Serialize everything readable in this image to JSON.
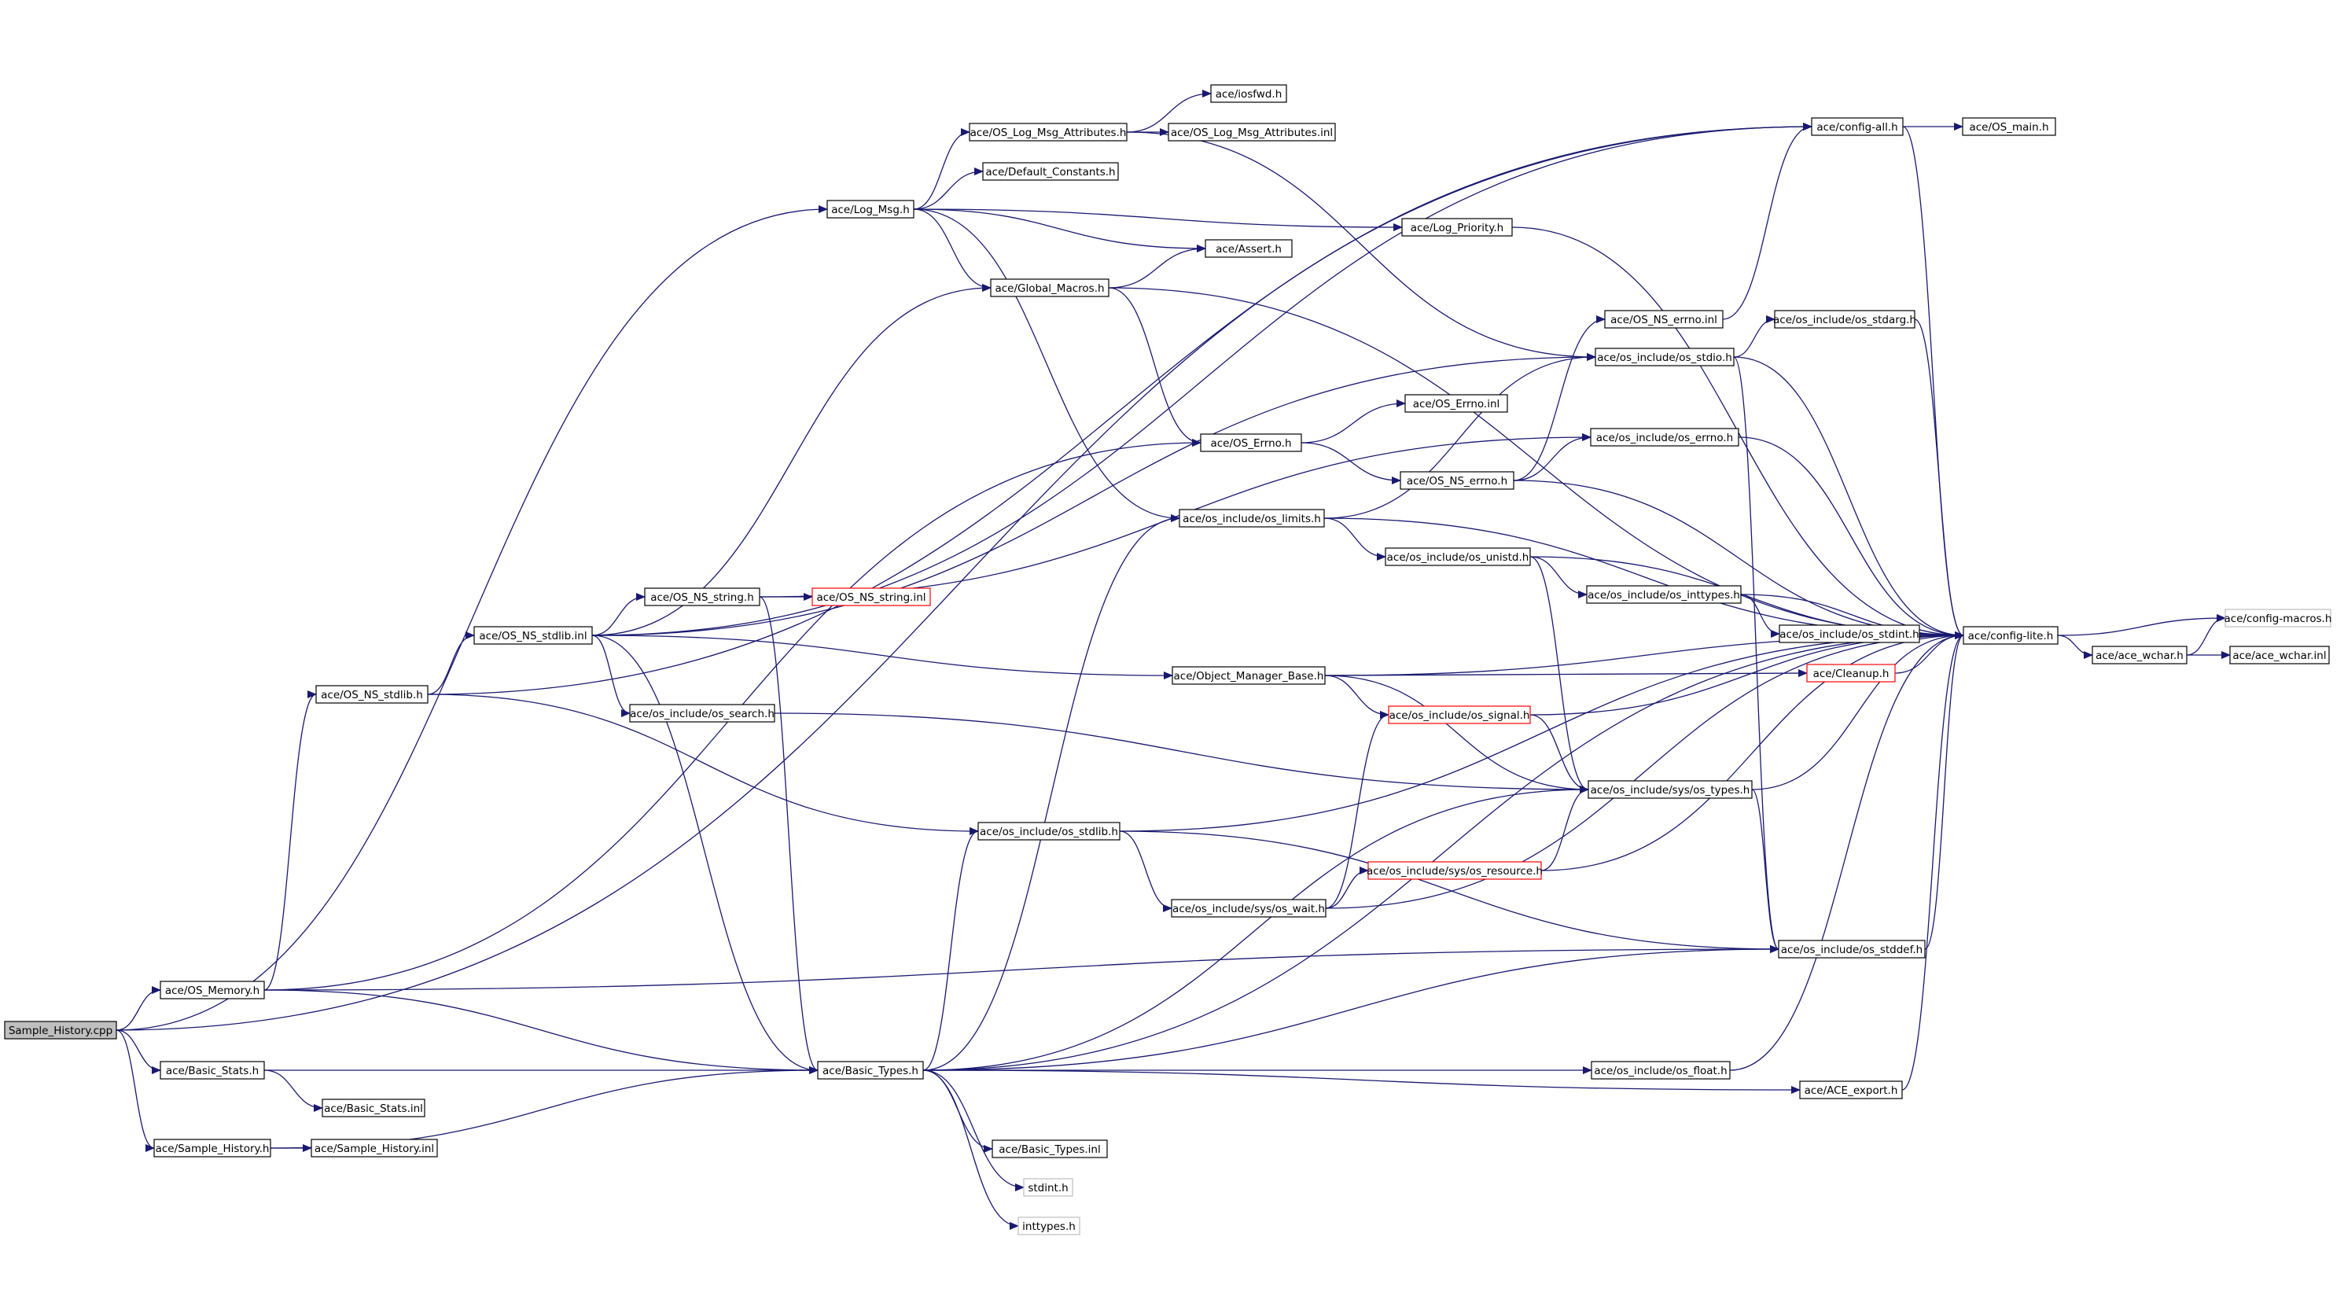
{
  "colors": {
    "edge": "#191970",
    "node_border": "#000000",
    "node_border_incomplete": "#ff0000",
    "node_border_external": "#bfbfbf",
    "root_fill": "#bfbfbf",
    "node_fill": "#ffffff"
  },
  "nodes": [
    {
      "id": "sample_history_cpp",
      "label": "Sample_History.cpp",
      "kind": "root"
    },
    {
      "id": "os_memory_h",
      "label": "ace/OS_Memory.h",
      "kind": "normal"
    },
    {
      "id": "basic_stats_h",
      "label": "ace/Basic_Stats.h",
      "kind": "normal"
    },
    {
      "id": "sample_history_h",
      "label": "ace/Sample_History.h",
      "kind": "normal"
    },
    {
      "id": "basic_stats_inl",
      "label": "ace/Basic_Stats.inl",
      "kind": "normal"
    },
    {
      "id": "sample_history_inl",
      "label": "ace/Sample_History.inl",
      "kind": "normal"
    },
    {
      "id": "os_ns_stdlib_h",
      "label": "ace/OS_NS_stdlib.h",
      "kind": "normal"
    },
    {
      "id": "os_ns_stdlib_inl",
      "label": "ace/OS_NS_stdlib.inl",
      "kind": "normal"
    },
    {
      "id": "os_ns_string_h",
      "label": "ace/OS_NS_string.h",
      "kind": "normal"
    },
    {
      "id": "os_ns_string_inl",
      "label": "ace/OS_NS_string.inl",
      "kind": "incomplete"
    },
    {
      "id": "os_search_h",
      "label": "ace/os_include/os_search.h",
      "kind": "normal"
    },
    {
      "id": "basic_types_h",
      "label": "ace/Basic_Types.h",
      "kind": "normal"
    },
    {
      "id": "basic_types_inl",
      "label": "ace/Basic_Types.inl",
      "kind": "normal"
    },
    {
      "id": "stdint_h",
      "label": "stdint.h",
      "kind": "external"
    },
    {
      "id": "inttypes_h",
      "label": "inttypes.h",
      "kind": "external"
    },
    {
      "id": "log_msg_h",
      "label": "ace/Log_Msg.h",
      "kind": "normal"
    },
    {
      "id": "os_log_msg_attr_h",
      "label": "ace/OS_Log_Msg_Attributes.h",
      "kind": "normal"
    },
    {
      "id": "default_constants_h",
      "label": "ace/Default_Constants.h",
      "kind": "normal"
    },
    {
      "id": "global_macros_h",
      "label": "ace/Global_Macros.h",
      "kind": "normal"
    },
    {
      "id": "iosfwd_h",
      "label": "ace/iosfwd.h",
      "kind": "normal"
    },
    {
      "id": "os_log_msg_attr_inl",
      "label": "ace/OS_Log_Msg_Attributes.inl",
      "kind": "normal"
    },
    {
      "id": "assert_h",
      "label": "ace/Assert.h",
      "kind": "normal"
    },
    {
      "id": "log_priority_h",
      "label": "ace/Log_Priority.h",
      "kind": "normal"
    },
    {
      "id": "os_errno_h",
      "label": "ace/OS_Errno.h",
      "kind": "normal"
    },
    {
      "id": "os_errno_inl",
      "label": "ace/OS_Errno.inl",
      "kind": "normal"
    },
    {
      "id": "os_ns_errno_h",
      "label": "ace/OS_NS_errno.h",
      "kind": "normal"
    },
    {
      "id": "os_limits_h",
      "label": "ace/os_include/os_limits.h",
      "kind": "normal"
    },
    {
      "id": "os_unistd_h",
      "label": "ace/os_include/os_unistd.h",
      "kind": "normal"
    },
    {
      "id": "object_manager_base_h",
      "label": "ace/Object_Manager_Base.h",
      "kind": "normal"
    },
    {
      "id": "os_signal_h",
      "label": "ace/os_include/os_signal.h",
      "kind": "incomplete"
    },
    {
      "id": "os_stdlib_h",
      "label": "ace/os_include/os_stdlib.h",
      "kind": "normal"
    },
    {
      "id": "sys_wait_h",
      "label": "ace/os_include/sys/os_wait.h",
      "kind": "normal"
    },
    {
      "id": "sys_resource_h",
      "label": "ace/os_include/sys/os_resource.h",
      "kind": "incomplete"
    },
    {
      "id": "os_ns_errno_inl",
      "label": "ace/OS_NS_errno.inl",
      "kind": "normal"
    },
    {
      "id": "os_stdio_h",
      "label": "ace/os_include/os_stdio.h",
      "kind": "normal"
    },
    {
      "id": "os_stdarg_h",
      "label": "ace/os_include/os_stdarg.h",
      "kind": "normal"
    },
    {
      "id": "os_errno_inc_h",
      "label": "ace/os_include/os_errno.h",
      "kind": "normal"
    },
    {
      "id": "os_inttypes_h",
      "label": "ace/os_include/os_inttypes.h",
      "kind": "normal"
    },
    {
      "id": "os_stdint_h",
      "label": "ace/os_include/os_stdint.h",
      "kind": "normal"
    },
    {
      "id": "cleanup_h",
      "label": "ace/Cleanup.h",
      "kind": "incomplete"
    },
    {
      "id": "sys_types_h",
      "label": "ace/os_include/sys/os_types.h",
      "kind": "normal"
    },
    {
      "id": "os_stddef_h",
      "label": "ace/os_include/os_stddef.h",
      "kind": "normal"
    },
    {
      "id": "os_float_h",
      "label": "ace/os_include/os_float.h",
      "kind": "normal"
    },
    {
      "id": "ace_export_h",
      "label": "ace/ACE_export.h",
      "kind": "normal"
    },
    {
      "id": "config_all_h",
      "label": "ace/config-all.h",
      "kind": "normal"
    },
    {
      "id": "os_main_h",
      "label": "ace/OS_main.h",
      "kind": "normal"
    },
    {
      "id": "config_lite_h",
      "label": "ace/config-lite.h",
      "kind": "normal"
    },
    {
      "id": "config_macros_h",
      "label": "ace/config-macros.h",
      "kind": "external"
    },
    {
      "id": "ace_wchar_h",
      "label": "ace/ace_wchar.h",
      "kind": "normal"
    },
    {
      "id": "ace_wchar_inl",
      "label": "ace/ace_wchar.inl",
      "kind": "normal"
    }
  ],
  "edges": [
    [
      "sample_history_cpp",
      "os_memory_h"
    ],
    [
      "sample_history_cpp",
      "basic_stats_h"
    ],
    [
      "sample_history_cpp",
      "sample_history_h"
    ],
    [
      "sample_history_cpp",
      "config_all_h"
    ],
    [
      "sample_history_cpp",
      "log_msg_h"
    ],
    [
      "os_memory_h",
      "os_ns_stdlib_h"
    ],
    [
      "os_memory_h",
      "os_errno_h"
    ],
    [
      "os_memory_h",
      "basic_types_h"
    ],
    [
      "os_memory_h",
      "os_stddef_h"
    ],
    [
      "basic_stats_h",
      "basic_stats_inl"
    ],
    [
      "basic_stats_h",
      "basic_types_h"
    ],
    [
      "sample_history_h",
      "sample_history_inl"
    ],
    [
      "sample_history_h",
      "basic_types_h"
    ],
    [
      "os_ns_stdlib_h",
      "os_ns_stdlib_inl"
    ],
    [
      "os_ns_stdlib_h",
      "os_stdlib_h"
    ],
    [
      "os_ns_stdlib_h",
      "config_all_h"
    ],
    [
      "os_ns_stdlib_inl",
      "os_ns_string_h"
    ],
    [
      "os_ns_stdlib_inl",
      "os_search_h"
    ],
    [
      "os_ns_stdlib_inl",
      "basic_types_h"
    ],
    [
      "os_ns_stdlib_inl",
      "object_manager_base_h"
    ],
    [
      "os_ns_stdlib_inl",
      "global_macros_h"
    ],
    [
      "os_ns_stdlib_inl",
      "os_stdio_h"
    ],
    [
      "os_ns_stdlib_inl",
      "config_all_h"
    ],
    [
      "os_ns_string_h",
      "os_ns_string_inl"
    ],
    [
      "os_ns_string_h",
      "basic_types_h"
    ],
    [
      "os_ns_string_h",
      "os_errno_inc_h"
    ],
    [
      "os_search_h",
      "sys_types_h"
    ],
    [
      "basic_types_h",
      "basic_types_inl"
    ],
    [
      "basic_types_h",
      "stdint_h"
    ],
    [
      "basic_types_h",
      "inttypes_h"
    ],
    [
      "basic_types_h",
      "os_limits_h"
    ],
    [
      "basic_types_h",
      "os_stdlib_h"
    ],
    [
      "basic_types_h",
      "sys_types_h"
    ],
    [
      "basic_types_h",
      "os_stddef_h"
    ],
    [
      "basic_types_h",
      "os_float_h"
    ],
    [
      "basic_types_h",
      "ace_export_h"
    ],
    [
      "basic_types_h",
      "config_lite_h"
    ],
    [
      "log_msg_h",
      "os_log_msg_attr_h"
    ],
    [
      "log_msg_h",
      "default_constants_h"
    ],
    [
      "log_msg_h",
      "global_macros_h"
    ],
    [
      "log_msg_h",
      "assert_h"
    ],
    [
      "log_msg_h",
      "log_priority_h"
    ],
    [
      "log_msg_h",
      "os_limits_h"
    ],
    [
      "os_log_msg_attr_h",
      "iosfwd_h"
    ],
    [
      "os_log_msg_attr_h",
      "os_log_msg_attr_inl"
    ],
    [
      "os_log_msg_attr_h",
      "os_stdio_h"
    ],
    [
      "global_macros_h",
      "assert_h"
    ],
    [
      "global_macros_h",
      "os_errno_h"
    ],
    [
      "global_macros_h",
      "config_lite_h"
    ],
    [
      "log_priority_h",
      "config_lite_h"
    ],
    [
      "os_errno_h",
      "os_errno_inl"
    ],
    [
      "os_errno_h",
      "os_ns_errno_h"
    ],
    [
      "os_ns_errno_h",
      "os_errno_inc_h"
    ],
    [
      "os_ns_errno_h",
      "os_ns_errno_inl"
    ],
    [
      "os_ns_errno_h",
      "config_lite_h"
    ],
    [
      "os_limits_h",
      "os_unistd_h"
    ],
    [
      "os_limits_h",
      "os_stdio_h"
    ],
    [
      "os_limits_h",
      "config_lite_h"
    ],
    [
      "os_unistd_h",
      "os_inttypes_h"
    ],
    [
      "os_unistd_h",
      "sys_types_h"
    ],
    [
      "os_unistd_h",
      "config_lite_h"
    ],
    [
      "os_inttypes_h",
      "os_stdint_h"
    ],
    [
      "os_inttypes_h",
      "config_lite_h"
    ],
    [
      "os_stdint_h",
      "config_lite_h"
    ],
    [
      "object_manager_base_h",
      "os_signal_h"
    ],
    [
      "object_manager_base_h",
      "sys_types_h"
    ],
    [
      "object_manager_base_h",
      "cleanup_h"
    ],
    [
      "object_manager_base_h",
      "config_lite_h"
    ],
    [
      "os_signal_h",
      "sys_types_h"
    ],
    [
      "os_signal_h",
      "config_lite_h"
    ],
    [
      "os_stdlib_h",
      "sys_wait_h"
    ],
    [
      "os_stdlib_h",
      "os_stddef_h"
    ],
    [
      "os_stdlib_h",
      "config_lite_h"
    ],
    [
      "sys_wait_h",
      "sys_resource_h"
    ],
    [
      "sys_wait_h",
      "os_signal_h"
    ],
    [
      "sys_wait_h",
      "config_lite_h"
    ],
    [
      "sys_resource_h",
      "sys_types_h"
    ],
    [
      "sys_resource_h",
      "config_lite_h"
    ],
    [
      "os_ns_errno_inl",
      "config_all_h"
    ],
    [
      "os_stdio_h",
      "os_stdarg_h"
    ],
    [
      "os_stdio_h",
      "os_stddef_h"
    ],
    [
      "os_stdio_h",
      "config_lite_h"
    ],
    [
      "os_stdarg_h",
      "config_lite_h"
    ],
    [
      "os_errno_inc_h",
      "config_lite_h"
    ],
    [
      "cleanup_h",
      "config_lite_h"
    ],
    [
      "sys_types_h",
      "os_stddef_h"
    ],
    [
      "sys_types_h",
      "config_lite_h"
    ],
    [
      "os_stddef_h",
      "config_lite_h"
    ],
    [
      "os_float_h",
      "config_lite_h"
    ],
    [
      "ace_export_h",
      "config_lite_h"
    ],
    [
      "config_all_h",
      "os_main_h"
    ],
    [
      "config_all_h",
      "config_lite_h"
    ],
    [
      "config_lite_h",
      "config_macros_h"
    ],
    [
      "config_lite_h",
      "ace_wchar_h"
    ],
    [
      "ace_wchar_h",
      "ace_wchar_inl"
    ],
    [
      "ace_wchar_h",
      "config_macros_h"
    ]
  ]
}
